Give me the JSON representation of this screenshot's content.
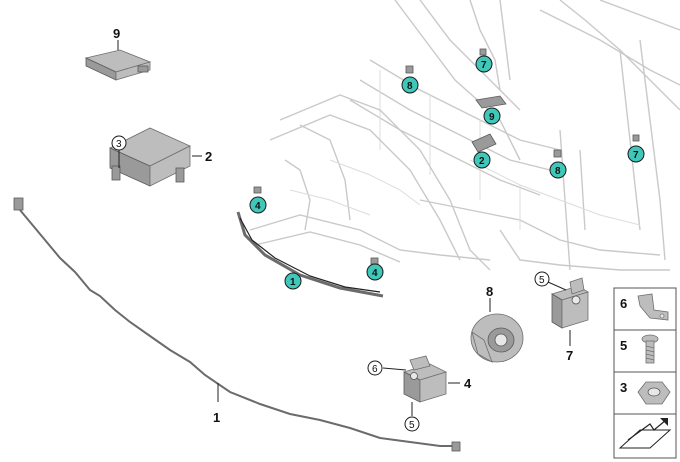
{
  "callouts": {
    "p1": "1",
    "p2": "2",
    "p3": "3",
    "p4": "4",
    "p5": "5",
    "p6": "6",
    "p7": "7",
    "p8": "8",
    "p9": "9"
  },
  "highlighted_badges": {
    "b1": "1",
    "b2": "2",
    "b4a": "4",
    "b4b": "4",
    "b7a": "7",
    "b7b": "7",
    "b8a": "8",
    "b8b": "8",
    "b9": "9"
  },
  "white_badges": {
    "w3": "3",
    "w5a": "5",
    "w5b": "5",
    "w6": "6"
  },
  "legend": {
    "row6": "6",
    "row5": "5",
    "row3": "3"
  },
  "colors": {
    "badge_fill": "#3fc7b9",
    "frame_line": "#c9c9c9",
    "part_fill": "#bdbdbd"
  },
  "icons": [
    "bracket-icon",
    "bolt-icon",
    "nut-icon",
    "direction-arrow-icon"
  ]
}
